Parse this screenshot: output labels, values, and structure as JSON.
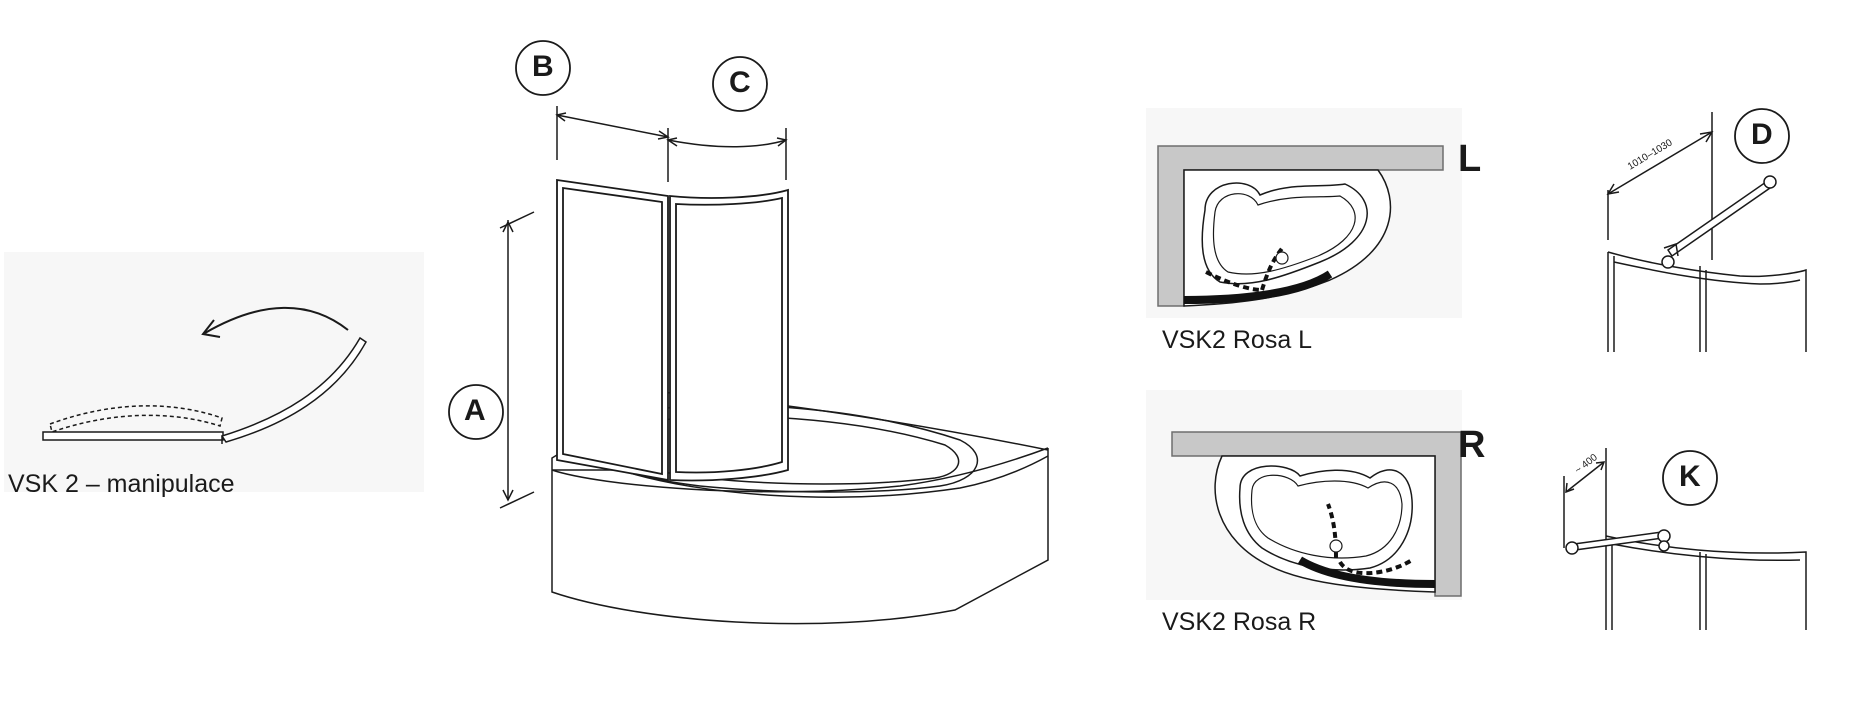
{
  "manipulation": {
    "caption": "VSK 2 – manipulace"
  },
  "main": {
    "label_a": "A",
    "label_b": "B",
    "label_c": "C"
  },
  "variants": {
    "left": {
      "side_letter": "L",
      "caption": "VSK2 Rosa L"
    },
    "right": {
      "side_letter": "R",
      "caption": "VSK2 Rosa R"
    }
  },
  "detail_d": {
    "label": "D",
    "dimension": "1010–1030"
  },
  "detail_k": {
    "label": "K",
    "dimension": "~ 400"
  },
  "colors": {
    "line": "#1a1a1a",
    "wall": "#c8c8c8",
    "wall_stroke": "#6e6e6e",
    "profile": "#111111"
  }
}
